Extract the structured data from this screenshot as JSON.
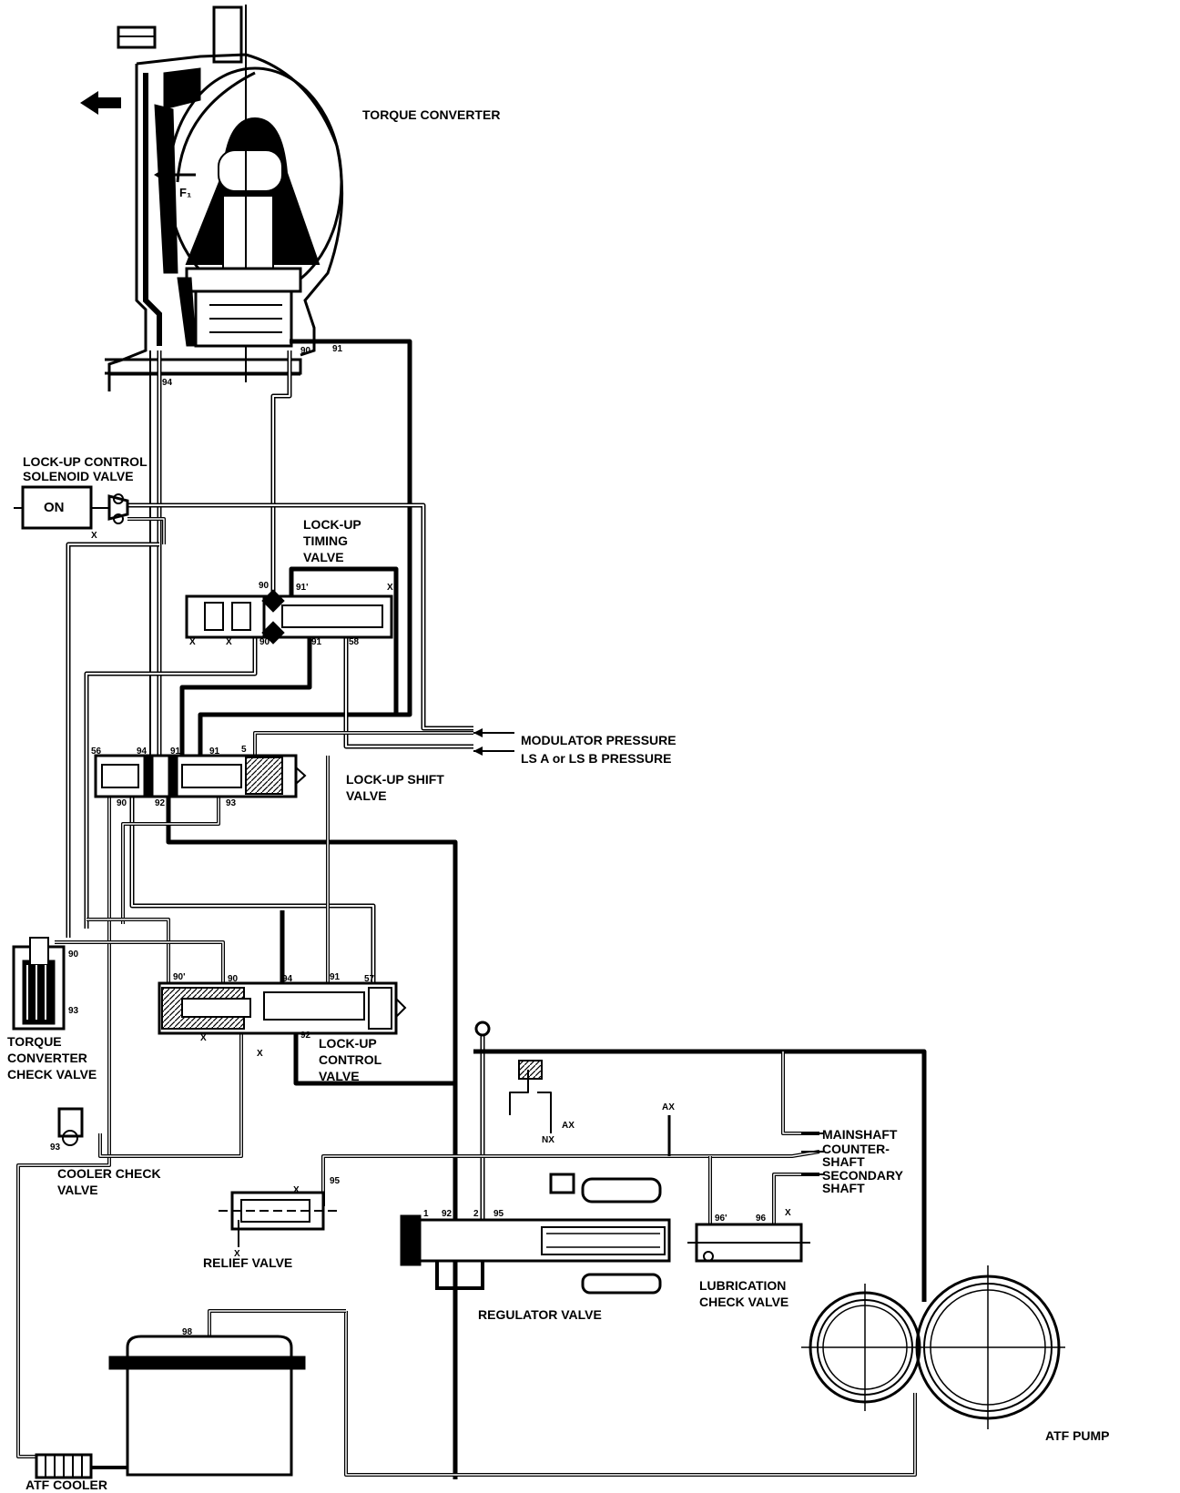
{
  "labels": {
    "torque_converter": "TORQUE CONVERTER",
    "f1": "F₁",
    "lockup_solenoid_1": "LOCK-UP CONTROL",
    "lockup_solenoid_2": "SOLENOID VALVE",
    "on": "ON",
    "timing_1": "LOCK-UP",
    "timing_2": "TIMING",
    "timing_3": "VALVE",
    "modulator": "MODULATOR PRESSURE",
    "ls_pressure": "LS A or LS B PRESSURE",
    "shift_1": "LOCK-UP SHIFT",
    "shift_2": "VALVE",
    "tc_check_1": "TORQUE",
    "tc_check_2": "CONVERTER",
    "tc_check_3": "CHECK VALVE",
    "control_1": "LOCK-UP",
    "control_2": "CONTROL",
    "control_3": "VALVE",
    "cooler_check_1": "COOLER CHECK",
    "cooler_check_2": "VALVE",
    "relief": "RELIEF VALVE",
    "regulator": "REGULATOR VALVE",
    "lube_1": "LUBRICATION",
    "lube_2": "CHECK VALVE",
    "mainshaft": "MAINSHAFT",
    "counter_1": "COUNTER-",
    "counter_2": "SHAFT",
    "secondary_1": "SECONDARY",
    "secondary_2": "SHAFT",
    "atf_cooler": "ATF COOLER",
    "atf_pump": "ATF PUMP",
    "ax_top": "AX",
    "ax_small": "AX",
    "nx": "NX"
  },
  "port_numbers": {
    "p90_top": "90",
    "p91_top": "91",
    "p94_top": "94",
    "p90_timing": "90",
    "p91_timing": "91'",
    "p90_timing_low": "90'",
    "p91_timing_low": "91",
    "p58_timing": "58",
    "p56_shift": "56",
    "p94_shift": "94",
    "p91_shift": "91'",
    "p91b_shift": "91",
    "p5_shift": "5",
    "p90_shift": "90",
    "p92_shift": "92",
    "p93_shift": "93",
    "p90_tc": "90",
    "p93_tc": "93",
    "p90_ctrl": "90'",
    "p90b_ctrl": "90",
    "p94_ctrl": "94",
    "p91_ctrl": "91",
    "p57_ctrl": "57",
    "p92_ctrl": "92",
    "p93_cooler": "93",
    "p95_relief": "95",
    "p1_reg": "1",
    "p92_reg": "92",
    "p2_reg": "2",
    "p95_reg": "95",
    "p96_lube": "96'",
    "p96b_lube": "96",
    "p98_cooler": "98",
    "x": "X"
  },
  "colors": {
    "line": "#000000",
    "background": "#ffffff"
  }
}
